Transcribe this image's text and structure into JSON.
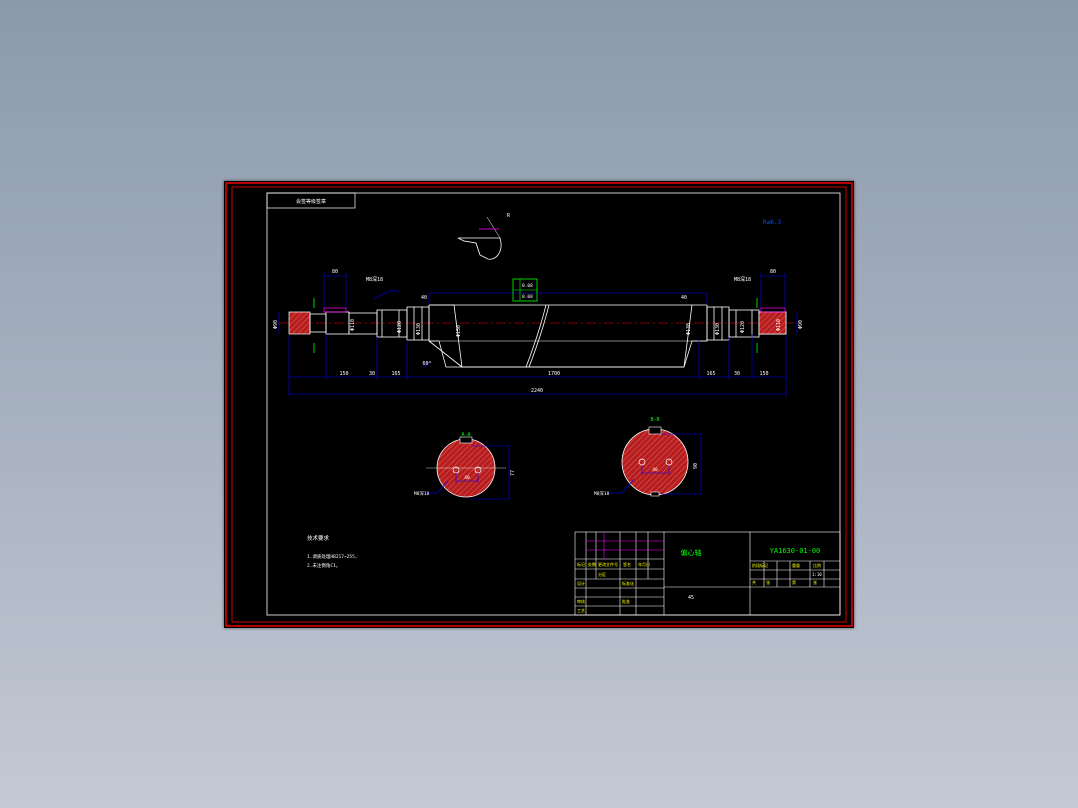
{
  "drawing": {
    "stamp": "会签等级签章",
    "technical_requirements": {
      "title": "技术要求",
      "lines": [
        "1.调质处理HB217~255,",
        "2.未注倒角C1。"
      ]
    },
    "part_name": "偏心轴",
    "drawing_number": "YA1630-01-00",
    "material": "45",
    "sections": [
      "A-A",
      "B-B"
    ],
    "dimensions": {
      "overall_length": "2240",
      "middle_length": "1700",
      "left_segments": [
        "150",
        "30",
        "165"
      ],
      "right_segments": [
        "165",
        "30",
        "150"
      ],
      "key_width_left": "80",
      "key_width_right": "80",
      "left_diameters": [
        "Φ90",
        "Φ110",
        "Φ120",
        "Φ130"
      ],
      "right_diameters": [
        "Φ130",
        "Φ120",
        "Φ110",
        "Φ90"
      ],
      "center_diameter": "Φ150",
      "right_center_diameter": "Φ130",
      "section_a_height": "77",
      "section_b_height": "90",
      "section_a_key": "40",
      "section_b_key": "40",
      "tolerance": "0.08",
      "flatness": "0.08",
      "thread_left": "M8深18",
      "thread_right": "M8深18",
      "angle": "60°",
      "offset": "40",
      "shoulder": "R",
      "surface_finish": "Ra6.3"
    },
    "title_block": {
      "rows": [
        "标记",
        "设计",
        "审核",
        "工艺",
        "处数",
        "分区",
        "更改文件号",
        "签名",
        "年月日",
        "标准化",
        "批准",
        "阶段标记",
        "重量",
        "比例",
        "共",
        "张",
        "第",
        "张"
      ],
      "scale_value": "1:10"
    }
  },
  "colors": {
    "frame": "#ff0000",
    "lines": "#ffffff",
    "dimension": "#0000ff",
    "centerline": "#ff0000",
    "hatch": "#b81c1c",
    "text_green": "#00ff00",
    "text_yellow": "#ffff00",
    "text_magenta": "#ff00ff"
  }
}
